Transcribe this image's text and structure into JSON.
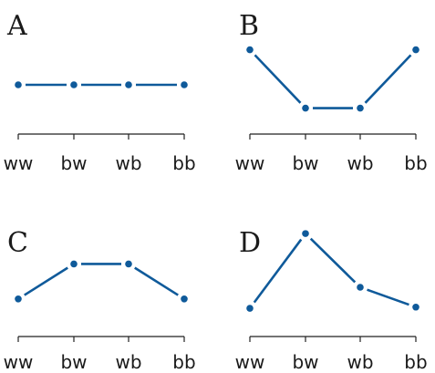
{
  "chart_data": [
    {
      "type": "line",
      "panel_label": "A",
      "categories": [
        "ww",
        "bw",
        "wb",
        "bb"
      ],
      "values": [
        0.5,
        0.5,
        0.5,
        0.5
      ],
      "ylim": [
        0,
        1
      ],
      "grid": false,
      "axes": "x-only",
      "line_color": "#0f5a9a"
    },
    {
      "type": "line",
      "panel_label": "B",
      "categories": [
        "ww",
        "bw",
        "wb",
        "bb"
      ],
      "values": [
        0.8,
        0.3,
        0.3,
        0.8
      ],
      "ylim": [
        0,
        1
      ],
      "grid": false,
      "axes": "x-only",
      "line_color": "#0f5a9a"
    },
    {
      "type": "line",
      "panel_label": "C",
      "categories": [
        "ww",
        "bw",
        "wb",
        "bb"
      ],
      "values": [
        0.4,
        0.7,
        0.7,
        0.4
      ],
      "ylim": [
        0,
        1
      ],
      "grid": false,
      "axes": "x-only",
      "line_color": "#0f5a9a"
    },
    {
      "type": "line",
      "panel_label": "D",
      "categories": [
        "ww",
        "bw",
        "wb",
        "bb"
      ],
      "values": [
        0.32,
        0.96,
        0.5,
        0.33
      ],
      "ylim": [
        0,
        1
      ],
      "grid": false,
      "axes": "x-only",
      "line_color": "#0f5a9a"
    }
  ]
}
